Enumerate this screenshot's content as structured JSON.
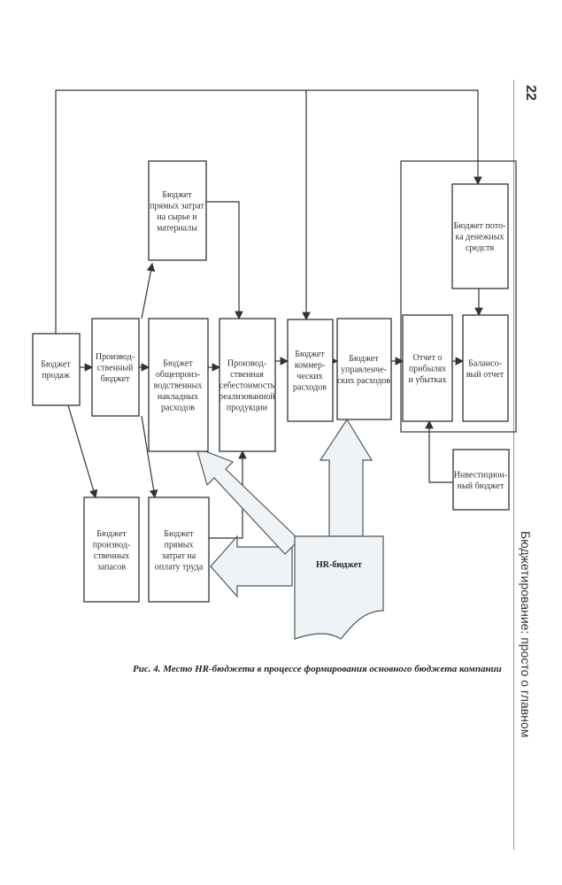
{
  "diagram": {
    "nodes": {
      "sales": [
        "Бюджет",
        "продаж"
      ],
      "production": [
        "Производ-",
        "ственный",
        "бюджет"
      ],
      "materials": [
        "Бюджет",
        "прямых затрат",
        "на сырье и",
        "материалы"
      ],
      "overhead": [
        "Бюджет",
        "общепроиз-",
        "водственных",
        "накладных",
        "расходов"
      ],
      "cost_of_sales": [
        "Производ-",
        "ственная",
        "себестоимость",
        "реализованной",
        "продукции"
      ],
      "commercial": [
        "Бюджет",
        "коммер-",
        "ческих",
        "расходов"
      ],
      "administrative": [
        "Бюджет",
        "управленче-",
        "ских расходов"
      ],
      "cash_flow": [
        "Бюджет пото-",
        "ка денежных",
        "средств"
      ],
      "pnl": [
        "Отчет о",
        "прибылях",
        "и убытках"
      ],
      "balance": [
        "Балансо-",
        "вый отчет"
      ],
      "inventory": [
        "Бюджет",
        "производ-",
        "ственных",
        "запасов"
      ],
      "labor": [
        "Бюджет",
        "прямых",
        "затрат на",
        "оплату труда"
      ],
      "investment": [
        "Инвестицион-",
        "ный бюджет"
      ],
      "hr": "HR-бюджет"
    }
  },
  "caption": "Рис. 4. Место HR-бюджета в процессе формирования основного бюджета компании",
  "page_number": "22",
  "running_title": "Бюджетирование: просто о главном"
}
